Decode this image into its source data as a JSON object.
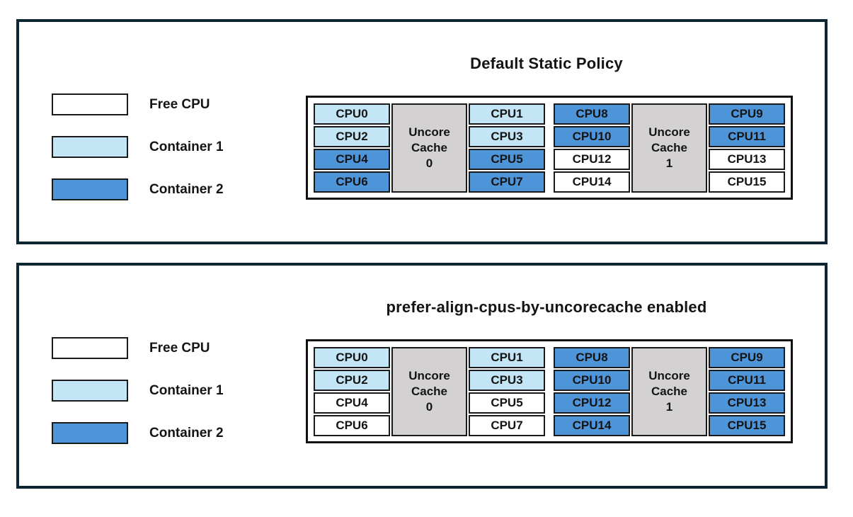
{
  "colors": {
    "free": "#ffffff",
    "container1": "#c4e5f6",
    "container2": "#4e94d9",
    "uncore": "#d3d1d1",
    "panel_border": "#0d2433"
  },
  "legend": {
    "items": [
      {
        "key": "free",
        "label": "Free CPU"
      },
      {
        "key": "container1",
        "label": "Container 1"
      },
      {
        "key": "container2",
        "label": "Container 2"
      }
    ]
  },
  "panels": [
    {
      "title": "Default Static Policy",
      "groups": [
        {
          "cache_lines": [
            "Uncore",
            "Cache",
            "0"
          ],
          "left_cpus": [
            {
              "label": "CPU0",
              "state": "container1"
            },
            {
              "label": "CPU2",
              "state": "container1"
            },
            {
              "label": "CPU4",
              "state": "container2"
            },
            {
              "label": "CPU6",
              "state": "container2"
            }
          ],
          "right_cpus": [
            {
              "label": "CPU1",
              "state": "container1"
            },
            {
              "label": "CPU3",
              "state": "container1"
            },
            {
              "label": "CPU5",
              "state": "container2"
            },
            {
              "label": "CPU7",
              "state": "container2"
            }
          ]
        },
        {
          "cache_lines": [
            "Uncore",
            "Cache",
            "1"
          ],
          "left_cpus": [
            {
              "label": "CPU8",
              "state": "container2"
            },
            {
              "label": "CPU10",
              "state": "container2"
            },
            {
              "label": "CPU12",
              "state": "free"
            },
            {
              "label": "CPU14",
              "state": "free"
            }
          ],
          "right_cpus": [
            {
              "label": "CPU9",
              "state": "container2"
            },
            {
              "label": "CPU11",
              "state": "container2"
            },
            {
              "label": "CPU13",
              "state": "free"
            },
            {
              "label": "CPU15",
              "state": "free"
            }
          ]
        }
      ]
    },
    {
      "title": "prefer-align-cpus-by-uncorecache enabled",
      "groups": [
        {
          "cache_lines": [
            "Uncore",
            "Cache",
            "0"
          ],
          "left_cpus": [
            {
              "label": "CPU0",
              "state": "container1"
            },
            {
              "label": "CPU2",
              "state": "container1"
            },
            {
              "label": "CPU4",
              "state": "free"
            },
            {
              "label": "CPU6",
              "state": "free"
            }
          ],
          "right_cpus": [
            {
              "label": "CPU1",
              "state": "container1"
            },
            {
              "label": "CPU3",
              "state": "container1"
            },
            {
              "label": "CPU5",
              "state": "free"
            },
            {
              "label": "CPU7",
              "state": "free"
            }
          ]
        },
        {
          "cache_lines": [
            "Uncore",
            "Cache",
            "1"
          ],
          "left_cpus": [
            {
              "label": "CPU8",
              "state": "container2"
            },
            {
              "label": "CPU10",
              "state": "container2"
            },
            {
              "label": "CPU12",
              "state": "container2"
            },
            {
              "label": "CPU14",
              "state": "container2"
            }
          ],
          "right_cpus": [
            {
              "label": "CPU9",
              "state": "container2"
            },
            {
              "label": "CPU11",
              "state": "container2"
            },
            {
              "label": "CPU13",
              "state": "container2"
            },
            {
              "label": "CPU15",
              "state": "container2"
            }
          ]
        }
      ]
    }
  ]
}
